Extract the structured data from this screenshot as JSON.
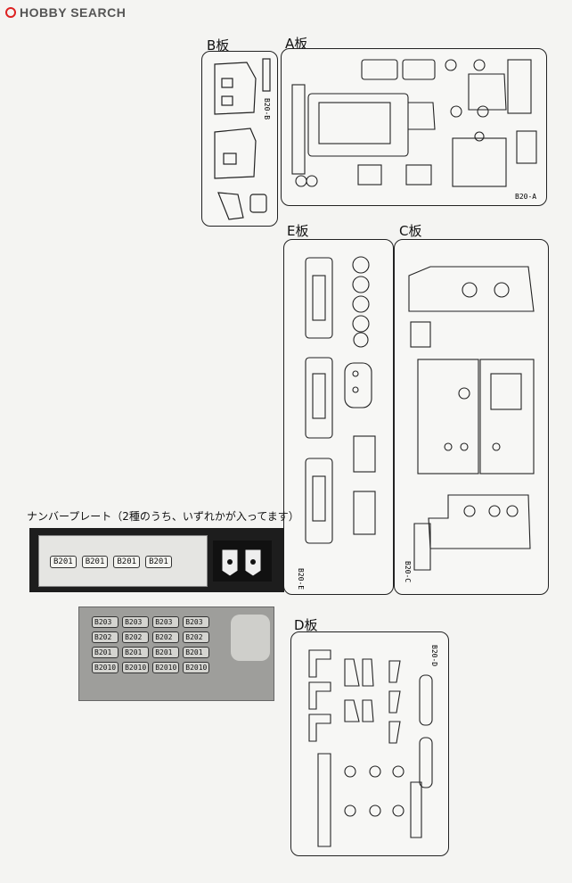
{
  "header": {
    "logo_text": "HOBBY SEARCH"
  },
  "sheets": {
    "b": {
      "label": "B板",
      "code": "B20-B"
    },
    "a": {
      "label": "A板",
      "code": "B20-A"
    },
    "e": {
      "label": "E板",
      "code": "B20-E"
    },
    "c": {
      "label": "C板",
      "code": "B20-C"
    },
    "d": {
      "label": "D板",
      "code": "B20-D"
    }
  },
  "number_plate": {
    "caption": "ナンバープレート（2種のうち、いずれかが入ってます）",
    "black_plates": [
      "B201",
      "B201",
      "B201",
      "B201"
    ],
    "photo_plates": [
      "B203",
      "B203",
      "B203",
      "B203",
      "B202",
      "B202",
      "B202",
      "B202",
      "B201",
      "B201",
      "B201",
      "B201",
      "B2010",
      "B2010",
      "B2010",
      "B2010"
    ]
  },
  "colors": {
    "line": "#222222",
    "paper": "#f4f4f2",
    "plate_black": "#1d1d1d"
  }
}
